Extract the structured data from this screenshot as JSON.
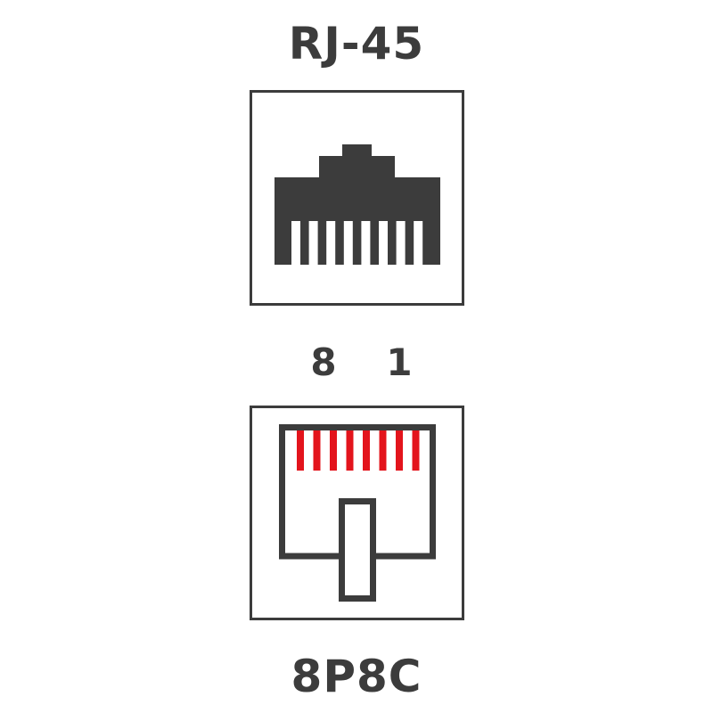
{
  "title": "RJ-45",
  "pin_labels": {
    "left": "8",
    "right": "1"
  },
  "bottom_label": "8P8C",
  "colors": {
    "ink": "#3c3c3c",
    "contacts": "#e3141c",
    "background": "#ffffff"
  },
  "contacts_count": 8
}
